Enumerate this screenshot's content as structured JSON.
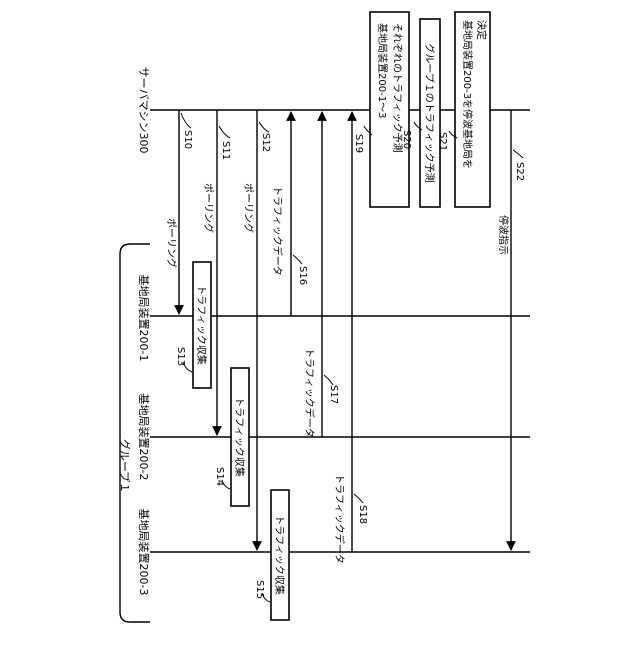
{
  "group": {
    "label": "グループ１"
  },
  "entities": {
    "server": "サーバマシン300",
    "bs1": "基地局装置200-1",
    "bs2": "基地局装置200-2",
    "bs3": "基地局装置200-3"
  },
  "steps": {
    "s10": "S10",
    "s11": "S11",
    "s12": "S12",
    "s13": "S13",
    "s14": "S14",
    "s15": "S15",
    "s16": "S16",
    "s17": "S17",
    "s18": "S18",
    "s19": "S19",
    "s20": "S20",
    "s21": "S21",
    "s22": "S22"
  },
  "messages": {
    "polling1": "ポーリング",
    "polling2": "ポーリング",
    "polling3": "ポーリング",
    "traffic_data1": "トラフィックデータ",
    "traffic_data2": "トラフィックデータ",
    "traffic_data3": "トラフィックデータ",
    "stop_instruction": "停波指示"
  },
  "processes": {
    "collect1": "トラフィック収集",
    "collect2": "トラフィック収集",
    "collect3": "トラフィック収集",
    "s19_line1": "基地局装置200-1～3",
    "s19_line2": "それぞれのトラフィック予測",
    "s20": "グループ１のトラフィック予測",
    "s21_line1": "基地局装置200-3を停波基地局を",
    "s21_line2": "決定"
  }
}
